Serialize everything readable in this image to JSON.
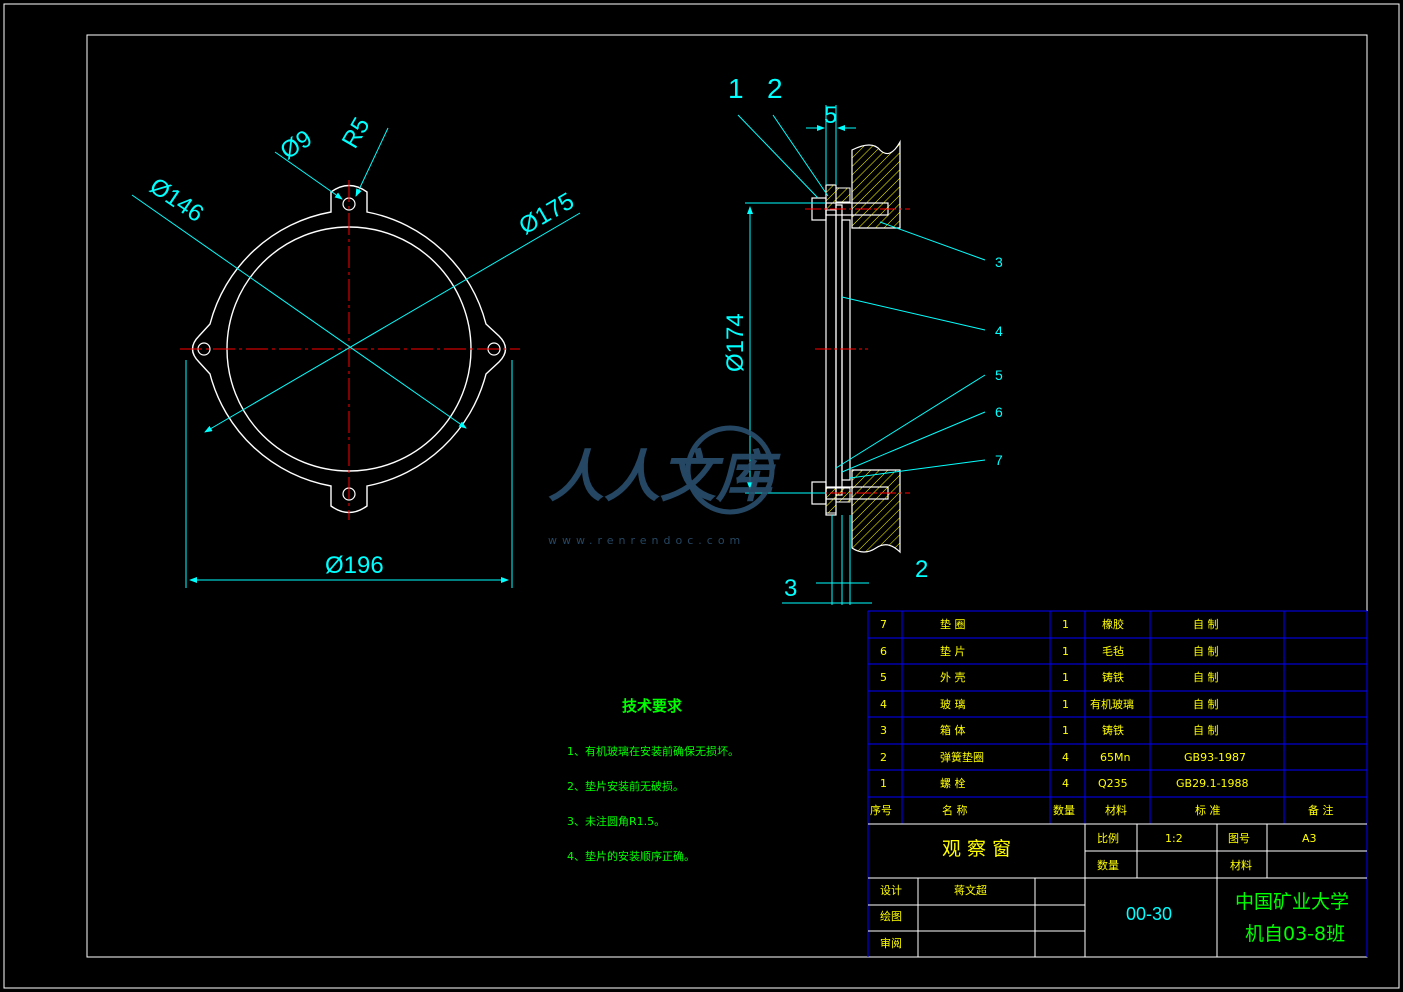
{
  "front_view": {
    "dimensions": {
      "d_inner": "Ø146",
      "d_hole": "Ø9",
      "radius": "R5",
      "d_outer": "Ø175",
      "d_overall": "Ø196"
    }
  },
  "side_view": {
    "callouts_top": [
      "1",
      "2"
    ],
    "callouts_right": [
      "3",
      "4",
      "5",
      "6",
      "7"
    ],
    "dim_top": "5",
    "dim_height": "Ø174",
    "dim_bottom_left": "3",
    "dim_bottom_right": "2"
  },
  "watermark": {
    "text": "人人文库",
    "url": "www.renrendoc.com"
  },
  "tech_requirements": {
    "title": "技术要求",
    "items": [
      "1、有机玻璃在安装前确保无损坏。",
      "2、垫片安装前无破损。",
      "3、未注圆角R1.5。",
      "4、垫片的安装顺序正确。"
    ]
  },
  "bom": {
    "rows": [
      {
        "no": "7",
        "name": "垫  圈",
        "qty": "1",
        "material": "橡胶",
        "standard": "自  制",
        "note": ""
      },
      {
        "no": "6",
        "name": "垫  片",
        "qty": "1",
        "material": "毛毡",
        "standard": "自  制",
        "note": ""
      },
      {
        "no": "5",
        "name": "外  壳",
        "qty": "1",
        "material": "铸铁",
        "standard": "自  制",
        "note": ""
      },
      {
        "no": "4",
        "name": "玻  璃",
        "qty": "1",
        "material": "有机玻璃",
        "standard": "自  制",
        "note": ""
      },
      {
        "no": "3",
        "name": "箱  体",
        "qty": "1",
        "material": "铸铁",
        "standard": "自  制",
        "note": ""
      },
      {
        "no": "2",
        "name": "弹簧垫圈",
        "qty": "4",
        "material": "65Mn",
        "standard": "GB93-1987",
        "note": ""
      },
      {
        "no": "1",
        "name": "螺  栓",
        "qty": "4",
        "material": "Q235",
        "standard": "GB29.1-1988",
        "note": ""
      }
    ],
    "header": {
      "no": "序号",
      "name": "名  称",
      "qty": "数量",
      "material": "材料",
      "standard": "标  准",
      "note": "备  注"
    }
  },
  "title_block": {
    "drawing_name": "观 察 窗",
    "scale_label": "比例",
    "scale_value": "1:2",
    "sheet_label": "图号",
    "sheet_value": "A3",
    "qty_label": "数量",
    "material_label": "材料",
    "design_label": "设计",
    "designer": "蒋文超",
    "draw_label": "绘图",
    "review_label": "审阅",
    "drawing_no": "00-30",
    "school": "中国矿业大学",
    "class": "机自03-8班"
  },
  "colors": {
    "background": "#000000",
    "outline": "#ffffff",
    "dimension": "#00ffff",
    "centerline": "#ff0000",
    "hatch": "#ffff00",
    "table": "#0000ff",
    "table_text": "#ffff00",
    "requirements": "#00ff00",
    "watermark": "#2a4f6e"
  }
}
